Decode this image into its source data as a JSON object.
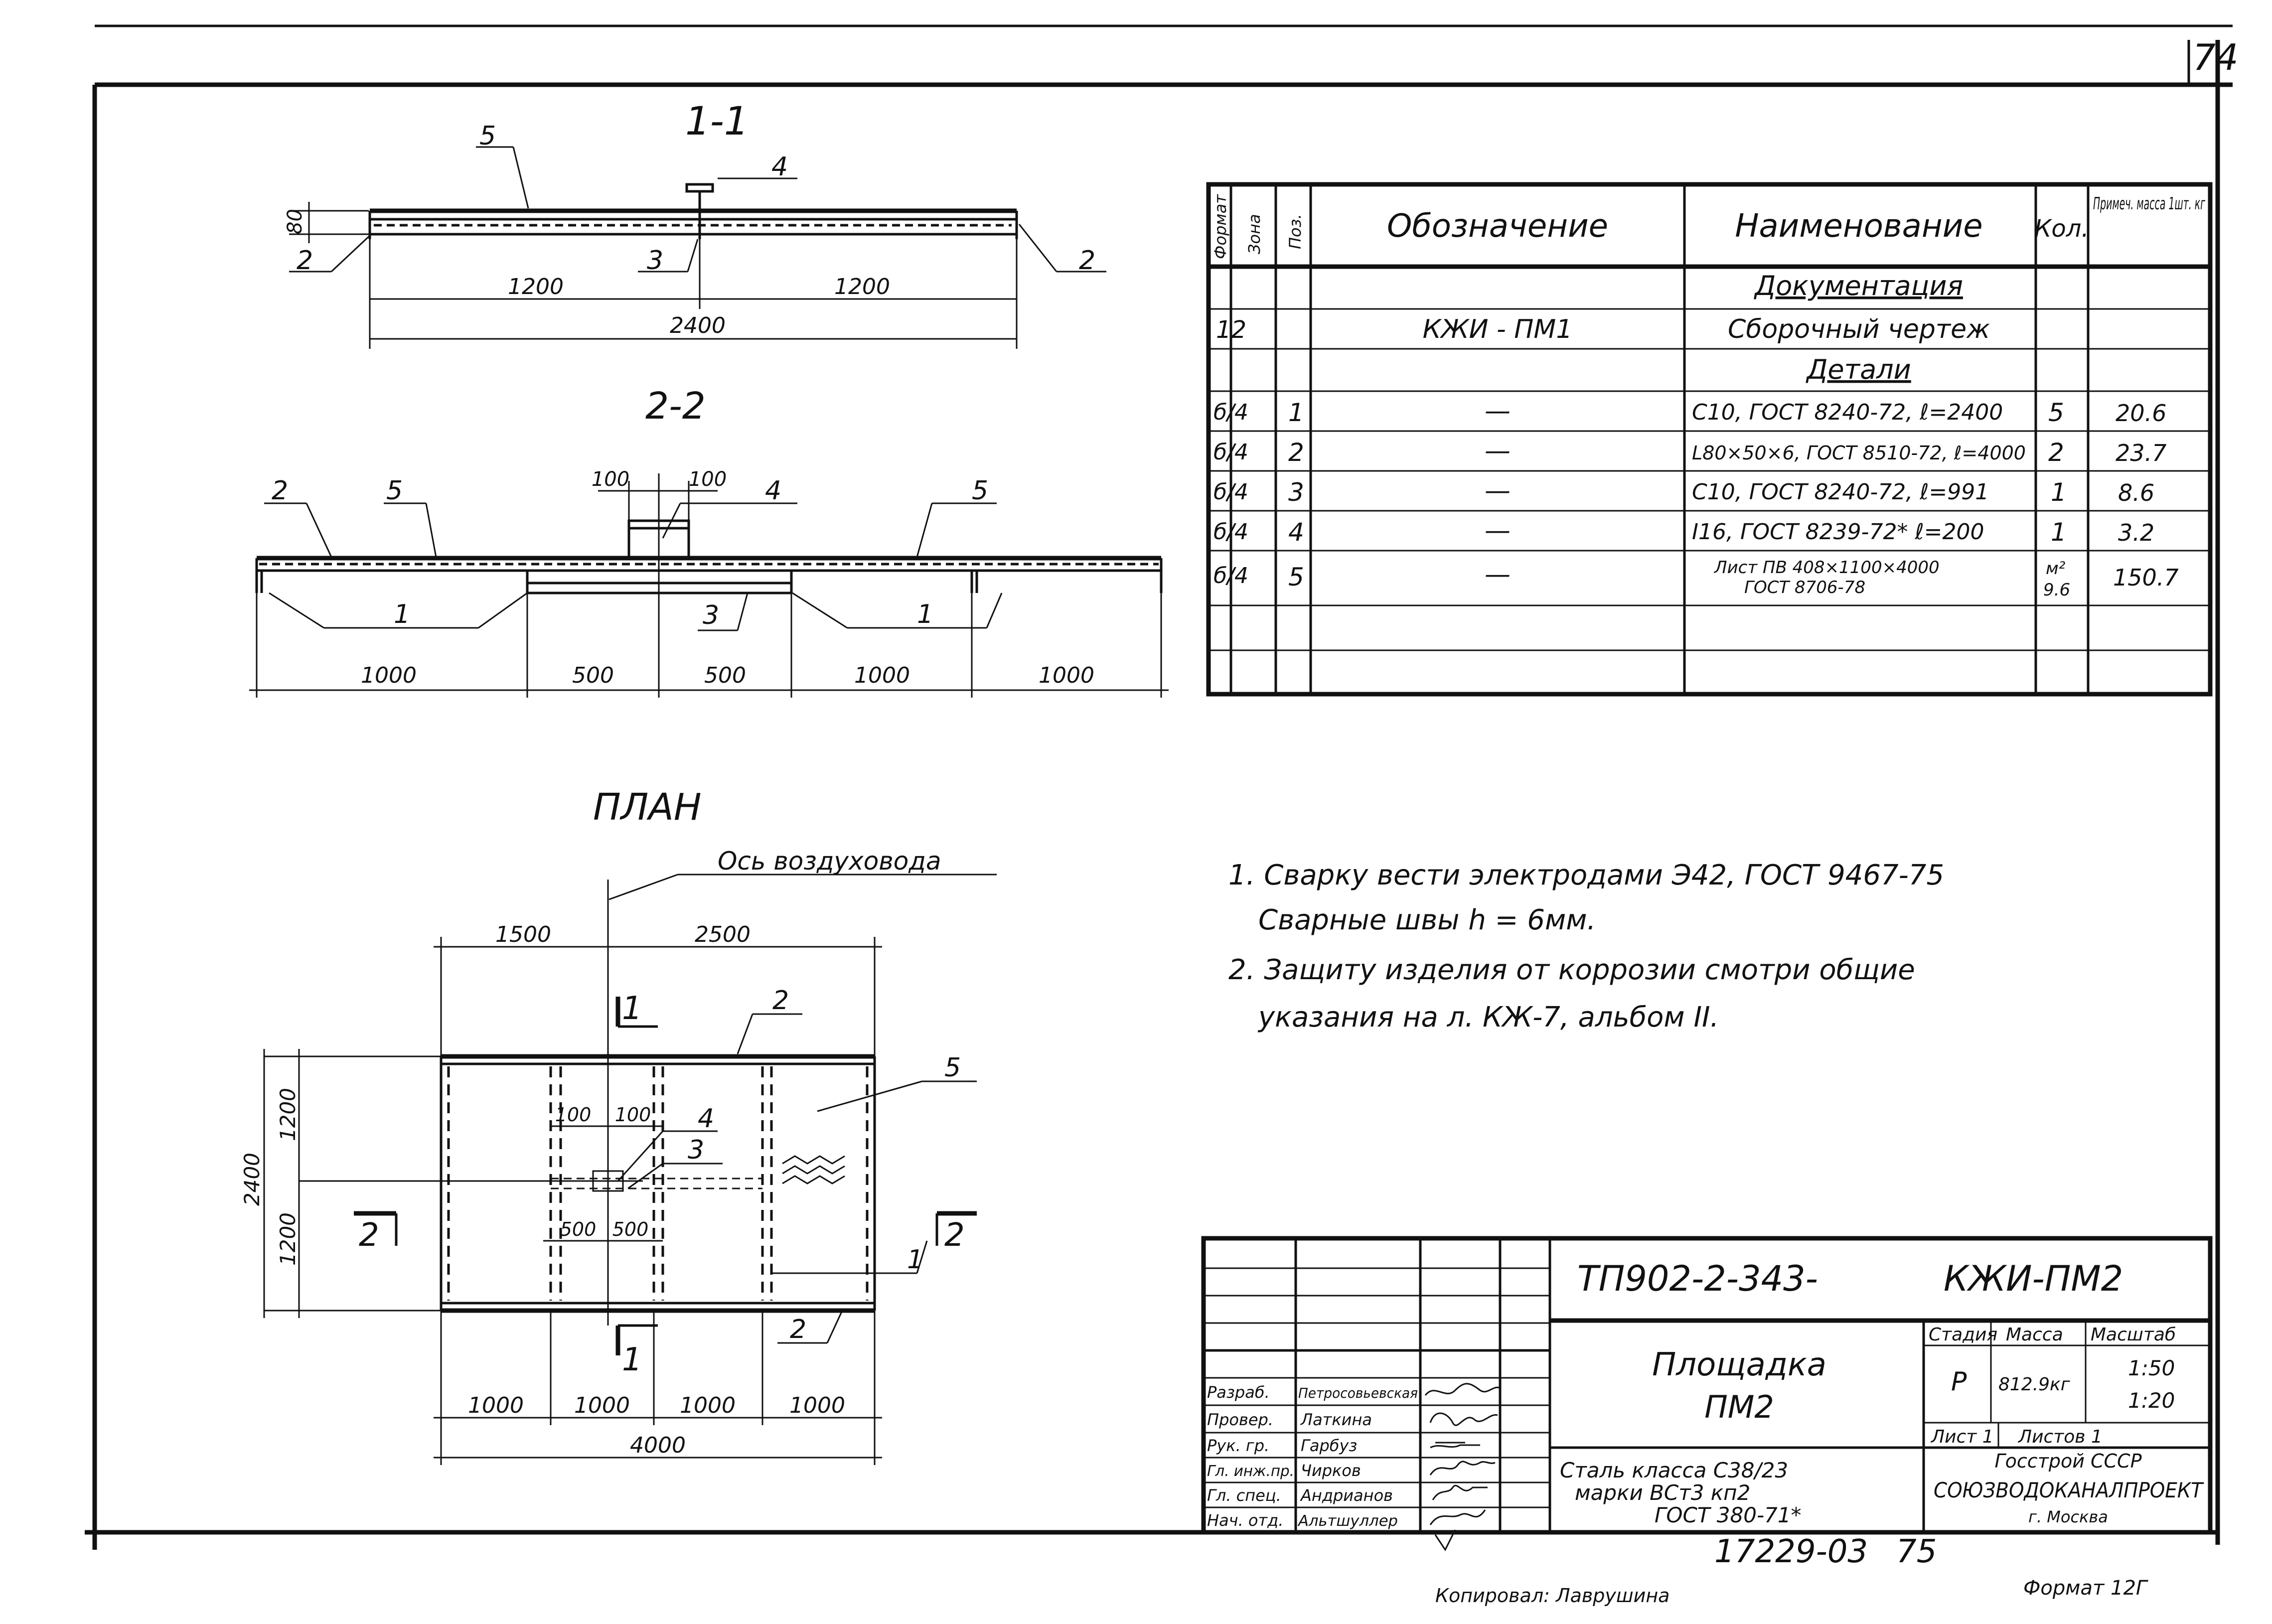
{
  "sheet_number": "74",
  "section_1": {
    "title": "1-1",
    "positions": [
      "5",
      "4",
      "2",
      "3",
      "2"
    ],
    "height_dim": "80",
    "dims": [
      "1200",
      "1200"
    ],
    "total": "2400"
  },
  "section_2": {
    "title": "2-2",
    "positions": [
      "2",
      "5",
      "4",
      "5",
      "1",
      "3",
      "1"
    ],
    "top_dims": [
      "100",
      "100"
    ],
    "dims": [
      "1000",
      "500",
      "500",
      "1000",
      "1000"
    ]
  },
  "plan": {
    "title": "ПЛАН",
    "axis_label": "Ось воздуховода",
    "top_dims": [
      "1500",
      "2500"
    ],
    "left_dims": [
      "1200",
      "1200"
    ],
    "left_total": "2400",
    "bottom_dims": [
      "1000",
      "1000",
      "1000",
      "1000"
    ],
    "bottom_total": "4000",
    "inner_top": [
      "100",
      "100"
    ],
    "inner_bottom": [
      "500",
      "500"
    ],
    "cut_top": "1",
    "cut_bottom": "1",
    "cut_left": "2",
    "cut_right": "2",
    "positions": [
      "2",
      "5",
      "4",
      "3",
      "1",
      "2"
    ]
  },
  "spec": {
    "headers": {
      "format": "Формат",
      "zone": "Зона",
      "pos": "Поз.",
      "designation": "Обозначение",
      "name": "Наименование",
      "qty": "Кол.",
      "note": "Примеч. масса 1шт. кг"
    },
    "rows": [
      {
        "format": "",
        "pos": "",
        "designation": "",
        "name": "Документация",
        "qty": "",
        "note": ""
      },
      {
        "format": "12",
        "pos": "",
        "designation": "КЖИ - ПМ1",
        "name": "Сборочный чертеж",
        "qty": "",
        "note": ""
      },
      {
        "format": "",
        "pos": "",
        "designation": "",
        "name": "Детали",
        "qty": "",
        "note": ""
      },
      {
        "format": "б/4",
        "pos": "1",
        "designation": "—",
        "name": "С10, ГОСТ 8240-72, ℓ=2400",
        "qty": "5",
        "note": "20.6"
      },
      {
        "format": "б/4",
        "pos": "2",
        "designation": "—",
        "name": "L80×50×6, ГОСТ 8510-72, ℓ=4000",
        "qty": "2",
        "note": "23.7"
      },
      {
        "format": "б/4",
        "pos": "3",
        "designation": "—",
        "name": "С10, ГОСТ 8240-72, ℓ=991",
        "qty": "1",
        "note": "8.6"
      },
      {
        "format": "б/4",
        "pos": "4",
        "designation": "—",
        "name": "I16, ГОСТ 8239-72* ℓ=200",
        "qty": "1",
        "note": "3.2"
      },
      {
        "format": "б/4",
        "pos": "5",
        "designation": "—",
        "name": "Лист ПВ 408×1100×4000",
        "name2": "ГОСТ 8706-78",
        "qty": "м²",
        "qty2": "9.6",
        "note": "150.7"
      },
      {
        "format": "",
        "pos": "",
        "designation": "",
        "name": "",
        "qty": "",
        "note": ""
      },
      {
        "format": "",
        "pos": "",
        "designation": "",
        "name": "",
        "qty": "",
        "note": ""
      }
    ]
  },
  "notes": {
    "n1a": "1. Сварку вести электродами Э42, ГОСТ 9467-75",
    "n1b": "Сварные швы h = 6мм.",
    "n2a": "2. Защиту изделия от коррозии смотри общие",
    "n2b": "указания на л. КЖ-7, альбом II."
  },
  "title_block": {
    "project_code": "ТП902-2-343-",
    "doc_code": "КЖИ-ПМ2",
    "item_name_1": "Площадка",
    "item_name_2": "ПМ2",
    "stage_label": "Стадия",
    "mass_label": "Масса",
    "scale_label": "Масштаб",
    "stage": "Р",
    "mass": "812.9кг",
    "scale_1": "1:50",
    "scale_2": "1:20",
    "sheet": "Лист 1",
    "sheets": "Листов 1",
    "org_1": "Госстрой СССР",
    "org_2": "СОЮЗВОДОКАНАЛПРОЕКТ",
    "org_3": "г. Москва",
    "material_1": "Сталь класса С38/23",
    "material_2": "марки ВСт3 кп2",
    "material_3": "ГОСТ 380-71*",
    "roles": [
      {
        "role": "Разраб.",
        "name": "Петросовьевская"
      },
      {
        "role": "Провер.",
        "name": "Латкина"
      },
      {
        "role": "Рук. гр.",
        "name": "Гарбуз"
      },
      {
        "role": "Гл. инж.пр.",
        "name": "Чирков"
      },
      {
        "role": "Гл. спец.",
        "name": "Андрианов"
      },
      {
        "role": "Нач. отд.",
        "name": "Альтшуллер"
      }
    ]
  },
  "archive_number": "17229-03",
  "archive_page": "75",
  "copied_by": "Копировал: Лаврушина",
  "format": "Формат 12Г"
}
